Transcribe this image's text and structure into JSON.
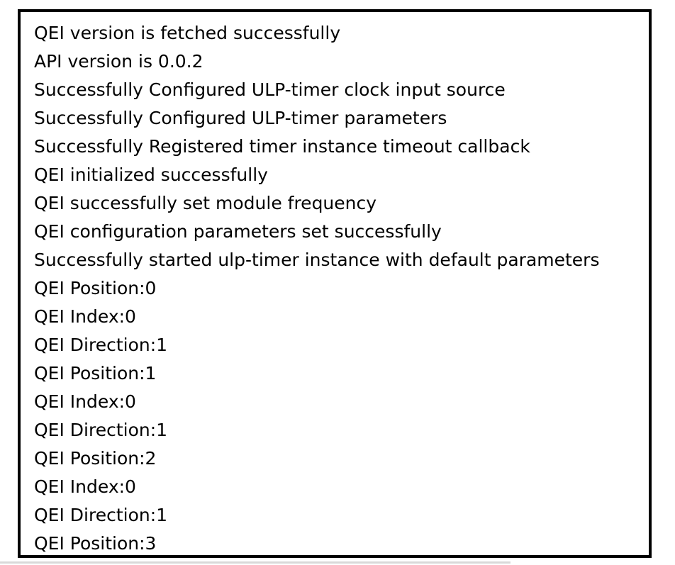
{
  "console": {
    "lines": [
      "QEI version is fetched successfully",
      "API version is 0.0.2",
      "Successfully Configured ULP-timer clock input source",
      "Successfully Configured ULP-timer parameters",
      "Successfully Registered timer instance timeout callback",
      "QEI initialized successfully",
      "QEI successfully set module frequency",
      "QEI configuration parameters set successfully",
      "Successfully started ulp-timer instance with default parameters",
      "QEI Position:0",
      "QEI Index:0",
      "QEI Direction:1",
      "QEI Position:1",
      "QEI Index:0",
      "QEI Direction:1",
      "QEI Position:2",
      "QEI Index:0",
      "QEI Direction:1",
      "QEI Position:3"
    ]
  }
}
